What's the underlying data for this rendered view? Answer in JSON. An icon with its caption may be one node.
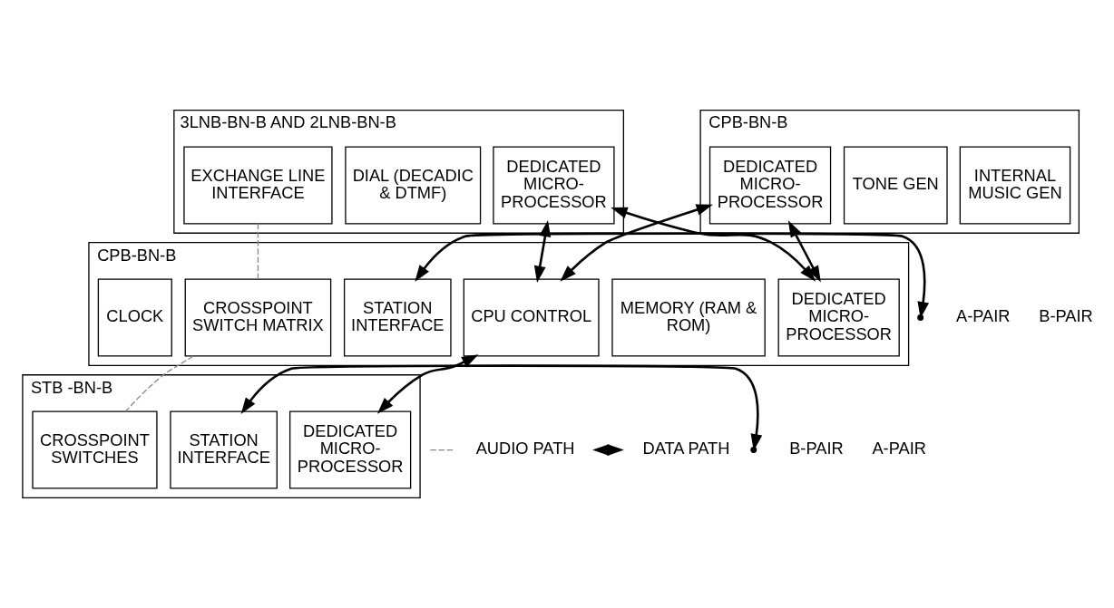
{
  "diagram": {
    "nodes": [
      {
        "text": [
          "3LNB-BN-B AND 2LNB-BN-B"
        ]
      },
      {
        "text": [
          "EXCHANGE LINE INTERFACE"
        ],
        "in": 0
      },
      {
        "text": [
          "DIAL (DECADIC & DTMF)"
        ],
        "in": 0
      },
      {
        "text": [
          "DEDICATED MICRO- PROCESSOR"
        ],
        "in": 0
      },
      {
        "text": [
          "CPB-BN-B"
        ]
      },
      {
        "text": [
          "DEDICATED MICRO- PROCESSOR"
        ],
        "in": 4
      },
      {
        "text": [
          "TONE GEN"
        ],
        "in": 4
      },
      {
        "text": [
          "INTERNAL MUSIC GEN"
        ],
        "in": 4
      },
      {
        "text": [
          "CPB-BN-B"
        ]
      },
      {
        "text": [
          "CLOCK"
        ],
        "in": 8
      },
      {
        "text": [
          "MEMORY (RAM & ROM)"
        ],
        "in": 8
      },
      {
        "text": [
          "CPU CONTROL"
        ],
        "in": 8
      },
      {
        "text": [
          "DEDICATED MICRO- PROCESSOR"
        ],
        "in": 8
      },
      {
        "text": [
          "CROSSPOINT SWITCH MATRIX"
        ],
        "in": 8
      },
      {
        "text": [
          "STATION INTERFACE"
        ],
        "in": 8
      },
      {
        "text": [
          "STB -BN-B"
        ]
      },
      {
        "text": [
          "DEDICATED MICRO- PROCESSOR"
        ],
        "in": 15
      },
      {
        "text": [
          "CROSSPOINT SWITCHES"
        ],
        "in": 15
      },
      {
        "text": [
          "STATION INTERFACE"
        ],
        "in": 15
      }
    ],
    "edges": [
      {
        "from": 3,
        "to": 11,
        "arrow": "both"
      },
      {
        "from": 3,
        "to": 12,
        "arrow": "both"
      },
      {
        "from": 5,
        "to": 11,
        "arrow": "both"
      },
      {
        "from": 5,
        "to": 12,
        "arrow": "both"
      },
      {
        "from": 11,
        "to": 16,
        "arrow": "both"
      },
      {
        "from": 14,
        "to": null,
        "arrow": "both"
      },
      {
        "from": 18,
        "to": null,
        "arrow": "both"
      },
      {
        "from": 1,
        "to": 13,
        "arrow": "none",
        "style": "dashed",
        "color": "#888888"
      },
      {
        "from": 13,
        "to": 17,
        "arrow": "none",
        "style": "dashed",
        "color": "#888888"
      }
    ],
    "labels": [
      "A-PAIR",
      "B-PAIR",
      "A-PAIR",
      "B-PAIR"
    ],
    "legend": [
      {
        "text": "AUDIO PATH"
      },
      {
        "text": "DATA PATH"
      }
    ]
  }
}
